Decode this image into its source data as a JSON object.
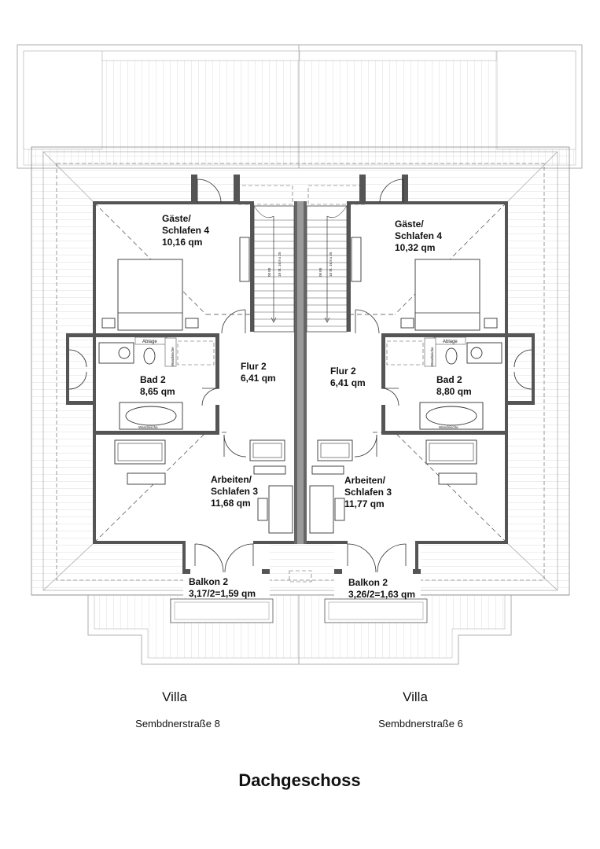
{
  "plan": {
    "title": "Dachgeschoss",
    "left_house": {
      "name": "Villa",
      "address": "Sembdnerstraße 8",
      "rooms": {
        "gaeste": {
          "name_1": "Gäste/",
          "name_2": "Schlafen 4",
          "area": "10,16 qm"
        },
        "bad": {
          "name": "Bad 2",
          "area": "8,65 qm"
        },
        "flur": {
          "name": "Flur 2",
          "area": "6,41 qm"
        },
        "arbeiten": {
          "name_1": "Arbeiten/",
          "name_2": "Schlafen 3",
          "area": "11,68 qm"
        },
        "balkon": {
          "name": "Balkon 2",
          "area": "3,17/2=1,59 qm"
        }
      }
    },
    "right_house": {
      "name": "Villa",
      "address": "Sembdnerstraße 6",
      "rooms": {
        "gaeste": {
          "name_1": "Gäste/",
          "name_2": "Schlafen 4",
          "area": "10,32 qm"
        },
        "bad": {
          "name": "Bad 2",
          "area": "8,80 qm"
        },
        "flur": {
          "name": "Flur 2",
          "area": "6,41 qm"
        },
        "arbeiten": {
          "name_1": "Arbeiten/",
          "name_2": "Schlafen 3",
          "area": "11,77 qm"
        },
        "balkon": {
          "name": "Balkon 2",
          "area": "3,26/2=1,63 qm"
        }
      }
    },
    "annotations": {
      "ablage": "Ablage",
      "wandnische": "Wandnische",
      "stair_left": "18 St. 16,9 x 25",
      "stair_right": "18 St. 16,9 x 25",
      "stair_left_b": "00 00",
      "stair_right_b": "00 00"
    }
  }
}
